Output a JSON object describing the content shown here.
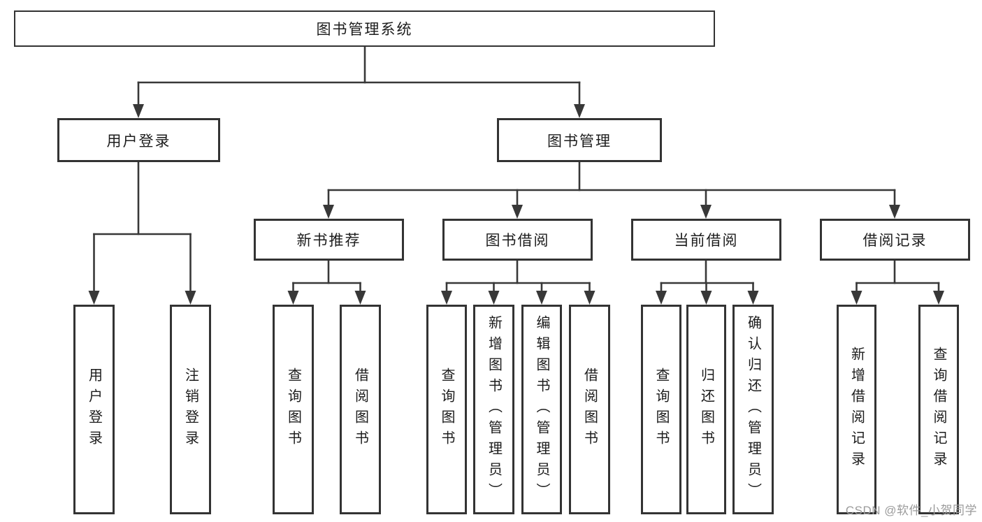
{
  "colors": {
    "line": "#383838",
    "border": "#333333",
    "text": "#1c1c1c",
    "watermark": "#9b9b9b"
  },
  "watermark": "CSDN @软件_小贺同学",
  "tree": {
    "root": {
      "label": "图书管理系统"
    },
    "user_login": {
      "label": "用户登录",
      "children": [
        {
          "label": "用户登录"
        },
        {
          "label": "注销登录"
        }
      ]
    },
    "book_mgmt": {
      "label": "图书管理"
    },
    "sections": [
      {
        "label": "新书推荐",
        "children": [
          {
            "label": "查询图书"
          },
          {
            "label": "借阅图书"
          }
        ]
      },
      {
        "label": "图书借阅",
        "children": [
          {
            "label": "查询图书"
          },
          {
            "label": "新增图书（管理员）"
          },
          {
            "label": "编辑图书（管理员）"
          },
          {
            "label": "借阅图书"
          }
        ]
      },
      {
        "label": "当前借阅",
        "children": [
          {
            "label": "查询图书"
          },
          {
            "label": "归还图书"
          },
          {
            "label": "确认归还（管理员）"
          }
        ]
      },
      {
        "label": "借阅记录",
        "children": [
          {
            "label": "新增借阅记录"
          },
          {
            "label": "查询借阅记录"
          }
        ]
      }
    ]
  }
}
